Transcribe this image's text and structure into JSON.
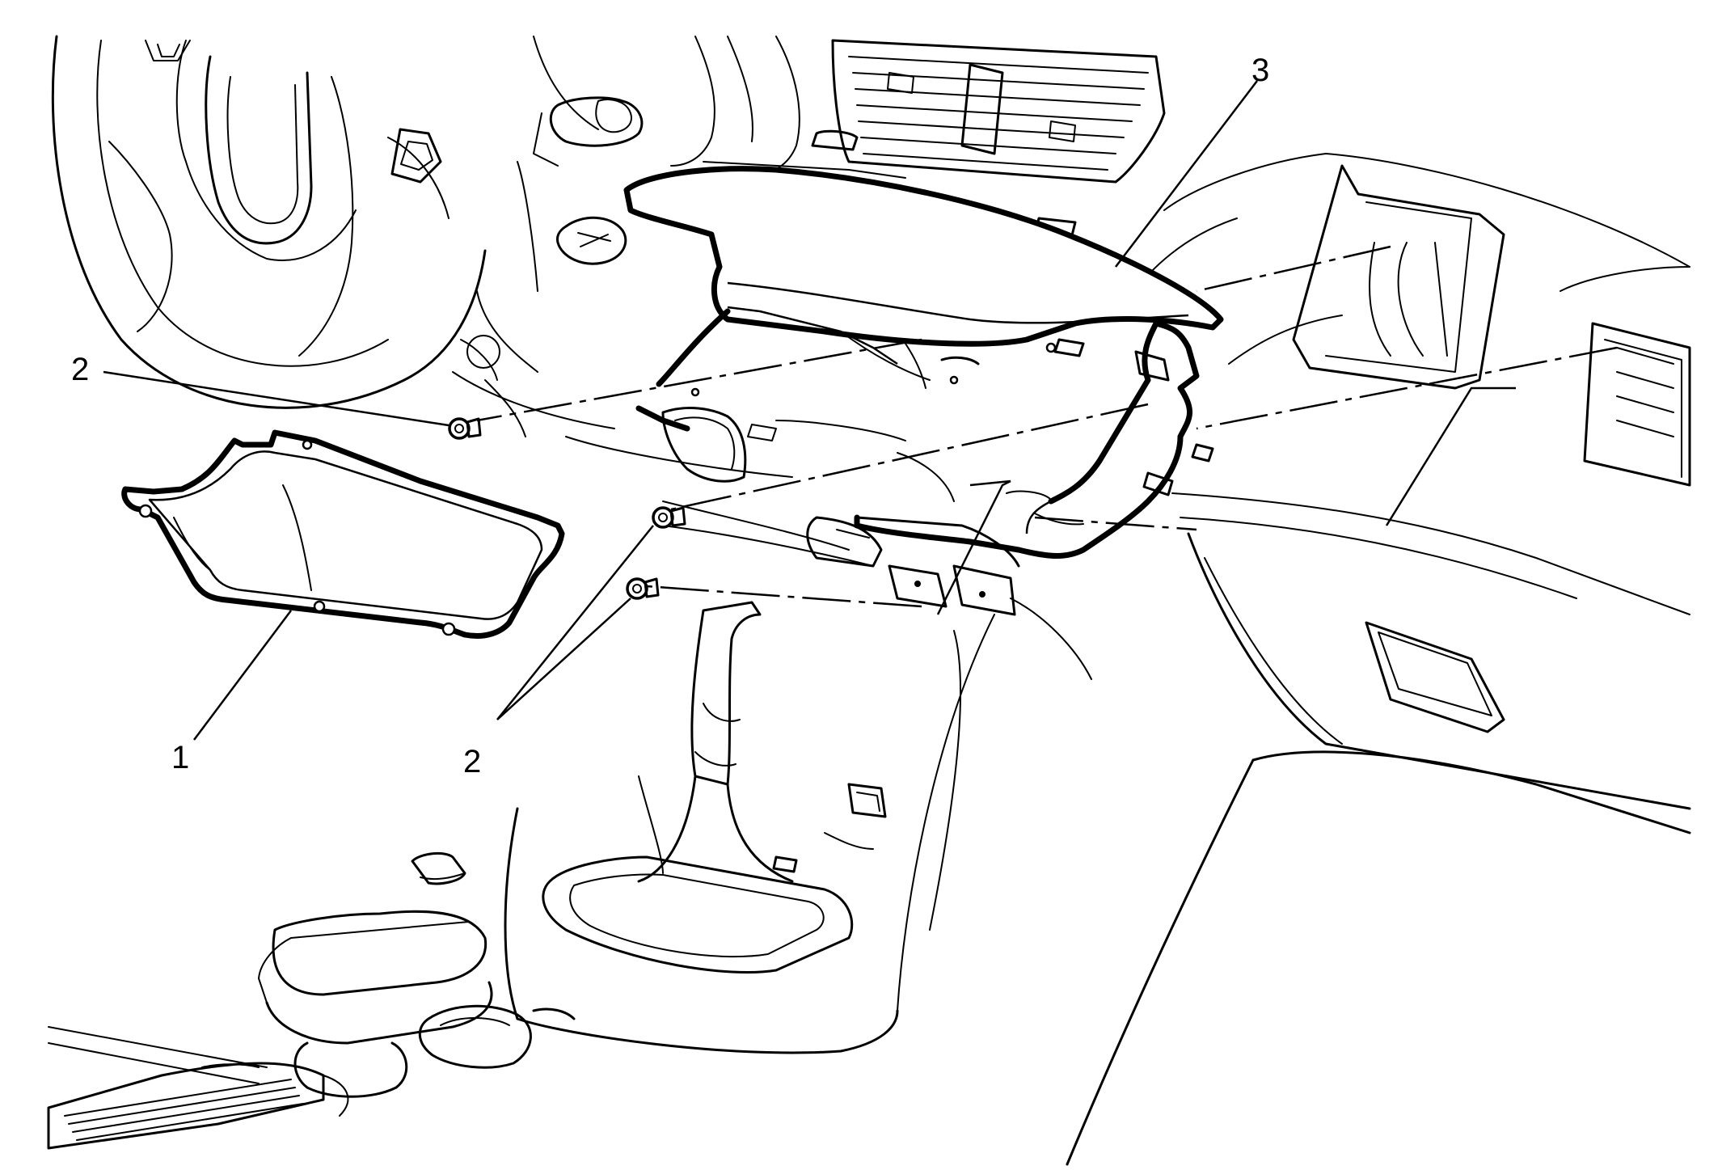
{
  "callouts": [
    {
      "id": "callout-1",
      "label": "1"
    },
    {
      "id": "callout-2-upper",
      "label": "2"
    },
    {
      "id": "callout-2-lower",
      "label": "2"
    },
    {
      "id": "callout-3",
      "label": "3"
    }
  ],
  "parts": {
    "panel": "instrument-panel-compartment-door",
    "fasteners": "screw",
    "bracket": "instrument-panel-lower-trim"
  }
}
